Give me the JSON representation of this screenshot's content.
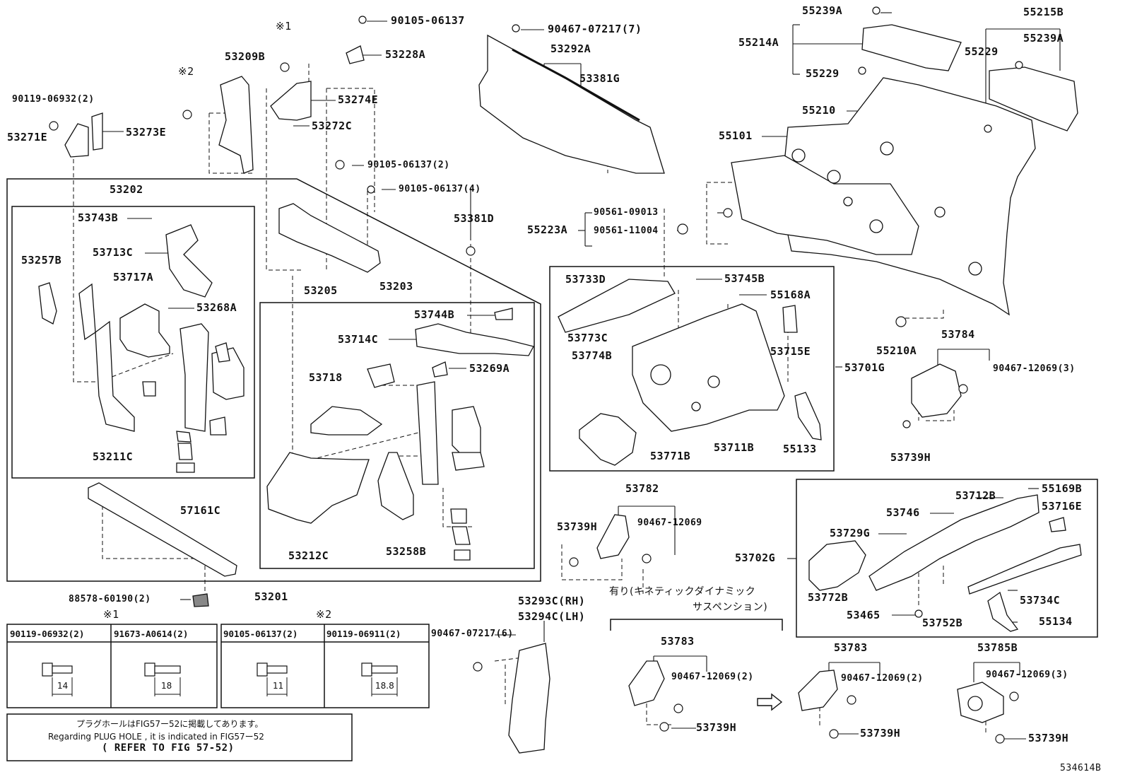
{
  "labels": {
    "p90105_06137_top": "90105-06137",
    "p90467_07217_7": "90467-07217(7)",
    "p55239A_top": "55239A",
    "p55215B": "55215B",
    "p55214A": "55214A",
    "p55239A_right": "55239A",
    "p55229_left": "55229",
    "p55229_right": "55229",
    "p55210": "55210",
    "p55101": "55101",
    "p53292A": "53292A",
    "p53381G": "53381G",
    "p53228A": "53228A",
    "p53209B": "53209B",
    "kome1_top": "※1",
    "kome2_top": "※2",
    "p90119_06932_2": "90119-06932(2)",
    "p53271E": "53271E",
    "p53273E": "53273E",
    "p53274E": "53274E",
    "p53272C": "53272C",
    "p90105_06137_2": "90105-06137(2)",
    "p90105_06137_4": "90105-06137(4)",
    "p53202": "53202",
    "p53743B": "53743B",
    "p53713C": "53713C",
    "p53257B": "53257B",
    "p53717A": "53717A",
    "p53268A": "53268A",
    "p53211C": "53211C",
    "p53205": "53205",
    "p53203": "53203",
    "p53381D": "53381D",
    "p53744B": "53744B",
    "p53714C": "53714C",
    "p53718": "53718",
    "p53269A": "53269A",
    "p53212C": "53212C",
    "p53258B": "53258B",
    "p57161C": "57161C",
    "p53201": "53201",
    "p88578_60190_2": "88578-60190(2)",
    "p90561_09013": "90561-09013",
    "p90561_11004": "90561-11004",
    "p55223A": "55223A",
    "p53733D": "53733D",
    "p53745B": "53745B",
    "p55168A": "55168A",
    "p53773C": "53773C",
    "p53774B": "53774B",
    "p53715E": "53715E",
    "p53701G": "53701G",
    "p53711B": "53711B",
    "p55133": "55133",
    "p53771B": "53771B",
    "p55210A": "55210A",
    "p53784": "53784",
    "p90467_12069_3_a": "90467-12069(3)",
    "p53739H_a": "53739H",
    "p53782": "53782",
    "p53739H_b": "53739H",
    "p90467_12069": "90467-12069",
    "p53712B": "53712B",
    "p55169B": "55169B",
    "p53746": "53746",
    "p53716E": "53716E",
    "p53729G": "53729G",
    "p53702G": "53702G",
    "p53772B": "53772B",
    "p53734C": "53734C",
    "p53465": "53465",
    "p53752B": "53752B",
    "p55134": "55134",
    "p53293C": "53293C(RH)",
    "p53294C": "53294C(LH)",
    "p90467_07217_6": "90467-07217(6)",
    "kinetic_1": "有り(キネティックダイナミック",
    "kinetic_2": "サスペンション)",
    "p53783_a": "53783",
    "p90467_12069_2_a": "90467-12069(2)",
    "p53739H_c": "53739H",
    "p53783_b": "53783",
    "p90467_12069_2_b": "90467-12069(2)",
    "p53739H_d": "53739H",
    "p53785B": "53785B",
    "p90467_12069_3_b": "90467-12069(3)",
    "p53739H_e": "53739H"
  },
  "bolt_table": {
    "group1_mark": "※1",
    "group2_mark": "※2",
    "cells": [
      {
        "part": "90119-06932(2)",
        "dim": "14"
      },
      {
        "part": "91673-A0614(2)",
        "dim": "18"
      },
      {
        "part": "90105-06137(2)",
        "dim": "11"
      },
      {
        "part": "90119-06911(2)",
        "dim": "18.8"
      }
    ]
  },
  "note": {
    "line1": "プラグホールはFIG57ー52に掲載してあります。",
    "line2": "Regarding PLUG HOLE , it is indicated in FIG57ー52",
    "line3": "( REFER TO FIG 57-52)"
  },
  "figure_id": "534614B"
}
